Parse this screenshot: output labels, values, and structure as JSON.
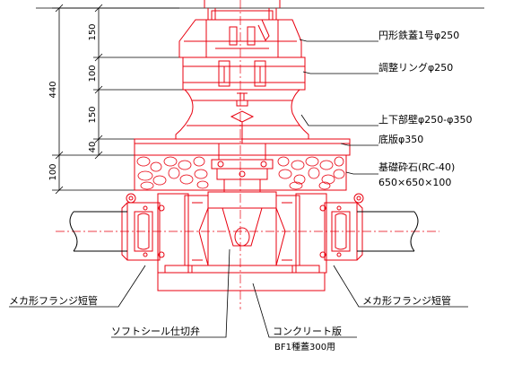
{
  "callouts": {
    "cover": "円形鉄蓋1号φ250",
    "ring": "調整リングφ250",
    "wall": "上下部壁φ250-φ350",
    "base": "底版φ350",
    "gravel_line1": "基礎砕石(RC-40)",
    "gravel_line2": "650×650×100",
    "flange_left": "メカ形フランジ短管",
    "flange_right": "メカ形フランジ短管",
    "valve": "ソフトシール仕切弁",
    "slab_line1": "コンクリート版",
    "slab_line2": "BF1種蓋300用"
  },
  "dimensions": {
    "total": "440",
    "d150_top": "150",
    "d100": "100",
    "d150_mid": "150",
    "d40": "40",
    "d100_base": "100"
  },
  "colors": {
    "structure": "#e8000f",
    "lines": "#000000",
    "gravel": "#e8000f"
  }
}
